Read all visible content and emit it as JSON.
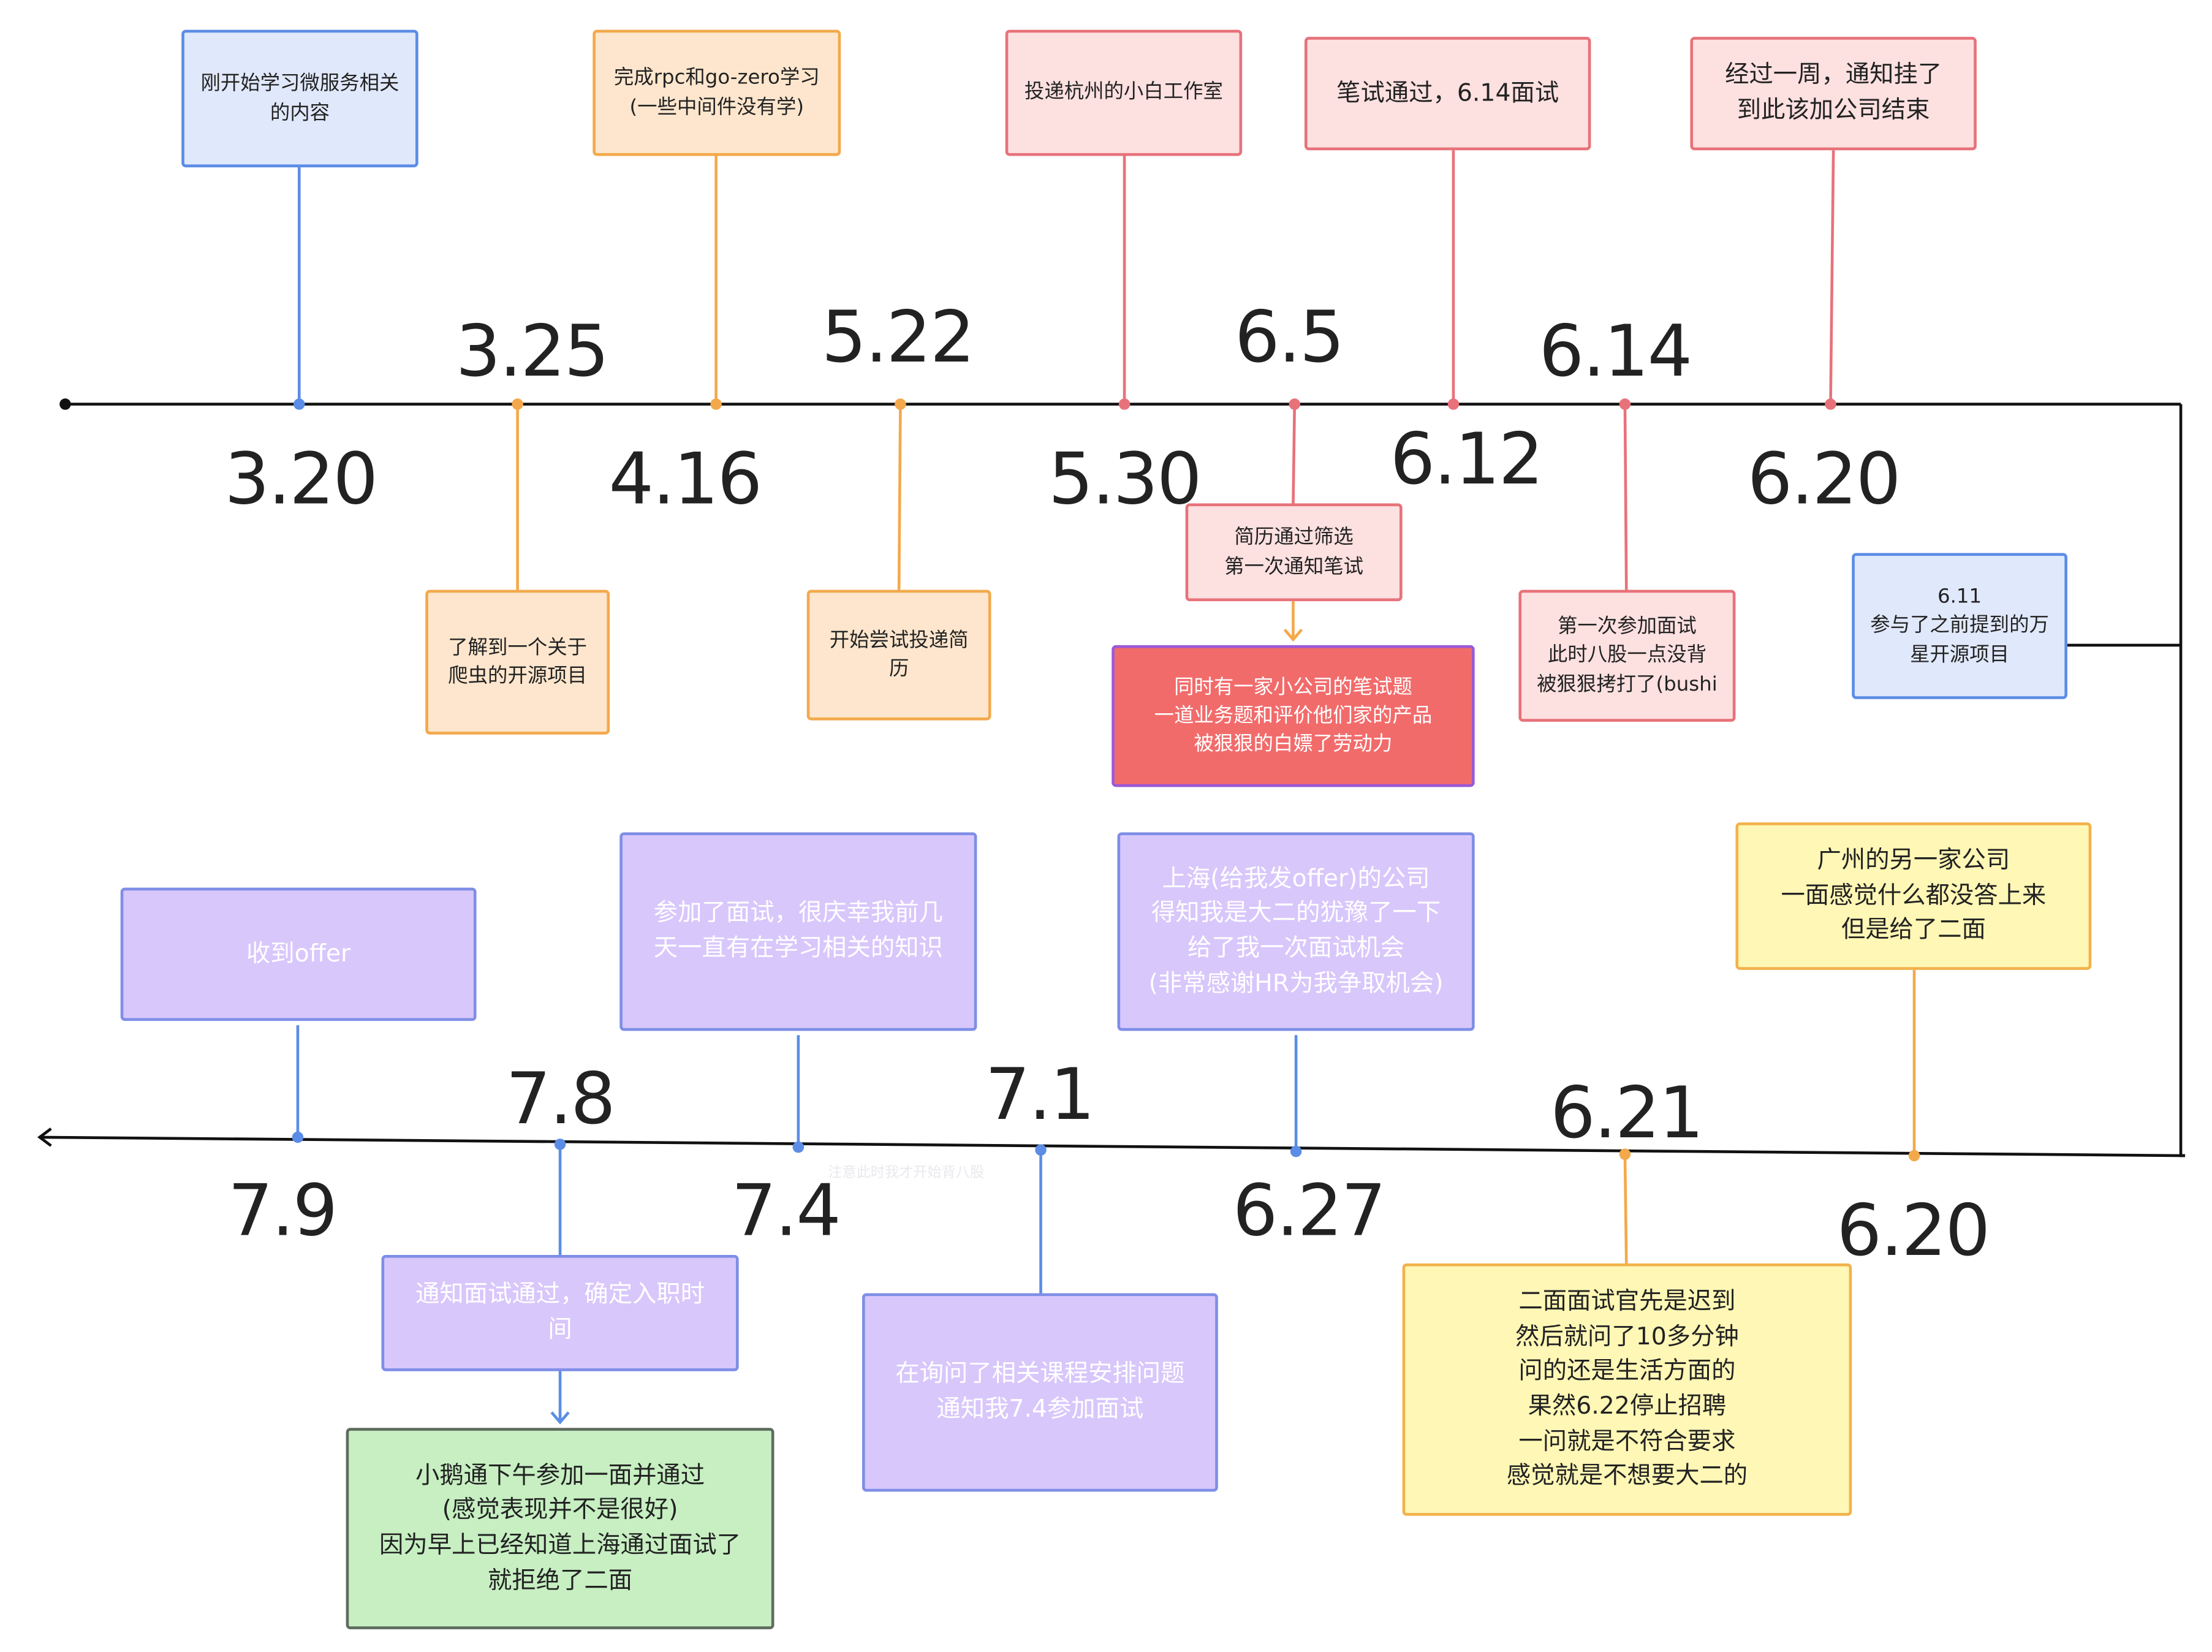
{
  "top_dates": {
    "d320": "3.20",
    "d325": "3.25",
    "d416": "4.16",
    "d522": "5.22",
    "d530": "5.30",
    "d65": "6.5",
    "d612": "6.12",
    "d614": "6.14",
    "d620": "6.20"
  },
  "bottom_dates": {
    "d620b": "6.20",
    "d621": "6.21",
    "d627": "6.27",
    "d71": "7.1",
    "d74": "7.4",
    "d78": "7.8",
    "d79": "7.9"
  },
  "events": {
    "e320": "刚开始学习微服务相关\n的内容",
    "e325": "了解到一个关于\n爬虫的开源项目",
    "e416": "完成rpc和go-zero学习\n(一些中间件没有学)",
    "e522": "开始尝试投递简\n历",
    "e530": "投递杭州的小白工作室",
    "e65": "简历通过筛选\n第一次通知笔试",
    "e65b": "同时有一家小公司的笔试题\n一道业务题和评价他们家的产品\n被狠狠的白嫖了劳动力",
    "e612": "笔试通过，6.14面试",
    "e614": "第一次参加面试\n此时八股一点没背\n被狠狠拷打了(bushi",
    "e620": "经过一周，通知挂了\n到此该加公司结束",
    "e611": "6.11\n参与了之前提到的万\n星开源项目",
    "e620b": "广州的另一家公司\n一面感觉什么都没答上来\n但是给了二面",
    "e621": "二面面试官先是迟到\n然后就问了10多分钟\n问的还是生活方面的\n果然6.22停止招聘\n一问就是不符合要求\n感觉就是不想要大二的",
    "e627": "上海(给我发offer)的公司\n得知我是大二的犹豫了一下\n给了我一次面试机会\n(非常感谢HR为我争取机会)",
    "e71": "在询问了相关课程安排问题\n通知我7.4参加面试",
    "e74": "参加了面试，很庆幸我前几\n天一直有在学习相关的知识",
    "e74note": "注意此时我才开始背八股",
    "e78": "通知面试通过，确定入职时\n间",
    "e78b": "小鹅通下午参加一面并通过\n(感觉表现并不是很好)\n因为早上已经知道上海通过面试了\n就拒绝了二面",
    "e79": "收到offer"
  },
  "colors": {
    "blue": "#5b8de6",
    "orange": "#f3a94b",
    "pink": "#e8727a",
    "red": "#f26b6b",
    "purple": "#d8c7fb",
    "yellow": "#fff7b5",
    "green": "#c7efc2"
  }
}
